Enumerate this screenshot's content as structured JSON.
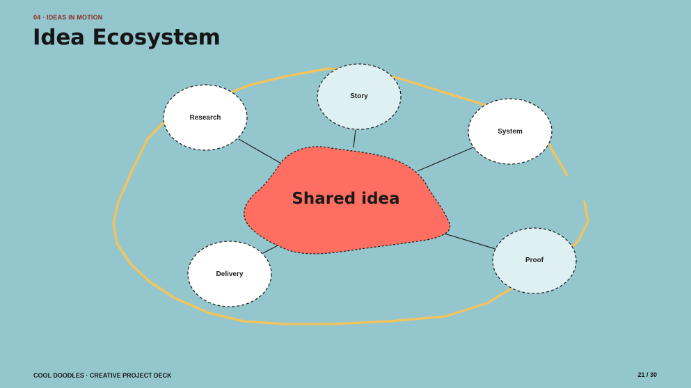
{
  "header": {
    "kicker": "04 · IDEAS IN MOTION",
    "title": "Idea Ecosystem"
  },
  "diagram": {
    "center": {
      "label": "Shared idea",
      "color": "#ff6f61"
    },
    "nodes": [
      {
        "id": "research",
        "label": "Research",
        "fill": "#ffffff"
      },
      {
        "id": "story",
        "label": "Story",
        "fill": "#dff0f2"
      },
      {
        "id": "system",
        "label": "System",
        "fill": "#ffffff"
      },
      {
        "id": "delivery",
        "label": "Delivery",
        "fill": "#ffffff"
      },
      {
        "id": "proof",
        "label": "Proof",
        "fill": "#dff0f2"
      }
    ],
    "loop_color": "#f2c45e"
  },
  "footer": {
    "deck": "COOL DOODLES · CREATIVE PROJECT DECK",
    "page": "21 / 30"
  }
}
